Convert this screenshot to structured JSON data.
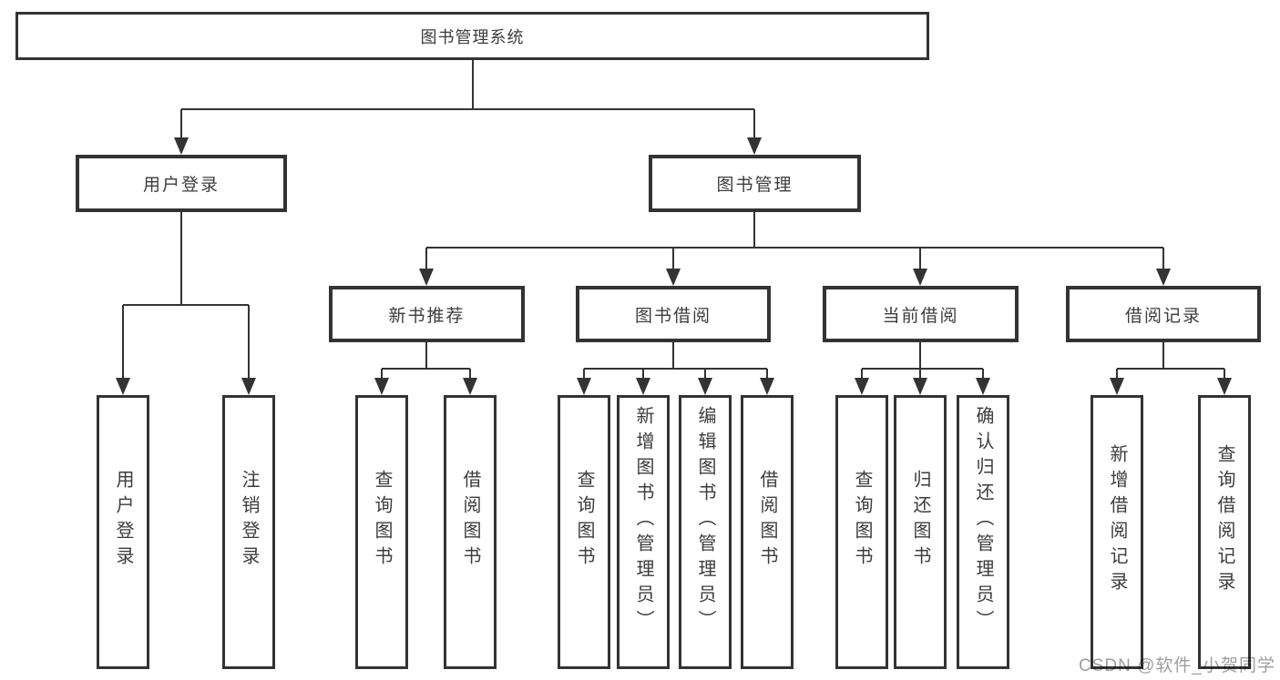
{
  "diagram": {
    "root": {
      "label": "图书管理系统"
    },
    "branches": [
      {
        "label": "用户登录",
        "children": [
          {
            "label": "用户登录"
          },
          {
            "label": "注销登录"
          }
        ]
      },
      {
        "label": "图书管理",
        "children": [
          {
            "label": "新书推荐",
            "children": [
              {
                "label": "查询图书"
              },
              {
                "label": "借阅图书"
              }
            ]
          },
          {
            "label": "图书借阅",
            "children": [
              {
                "label": "查询图书"
              },
              {
                "label": "新增图书（管理员）"
              },
              {
                "label": "编辑图书（管理员）"
              },
              {
                "label": "借阅图书"
              }
            ]
          },
          {
            "label": "当前借阅",
            "children": [
              {
                "label": "查询图书"
              },
              {
                "label": "归还图书"
              },
              {
                "label": "确认归还（管理员）"
              }
            ]
          },
          {
            "label": "借阅记录",
            "children": [
              {
                "label": "新增借阅记录"
              },
              {
                "label": "查询借阅记录"
              }
            ]
          }
        ]
      }
    ]
  },
  "watermark": {
    "text": "CSDN @软件_小贺同学"
  },
  "colors": {
    "line": "#333333",
    "text": "#3c3c3c",
    "box_bg": "#ffffff",
    "page_bg": "#ffffff",
    "watermark": "#9e9e9e"
  }
}
